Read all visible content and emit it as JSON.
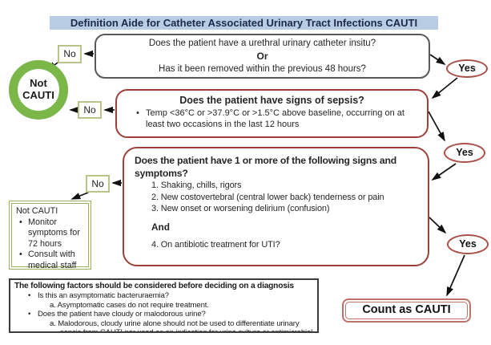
{
  "title": "Definition Aide for Catheter Associated Urinary Tract Infections CAUTI",
  "labels": {
    "yes": "Yes",
    "no": "No"
  },
  "q1": {
    "line1": "Does the patient have a urethral urinary catheter insitu?",
    "or": "Or",
    "line2": "Has it been removed within the previous 48 hours?"
  },
  "q2": {
    "heading": "Does the patient have signs of sepsis?",
    "bullet": "Temp <36°C or >37.9°C or >1.5°C above baseline, occurring on at least two occasions in the last 12 hours"
  },
  "q3": {
    "heading": "Does the patient have 1 or more of the following signs and symptoms?",
    "item1": "1. Shaking, chills, rigors",
    "item2": "2. New costovertebral (central lower back) tenderness or pain",
    "item3": "3. New onset or worsening delirium (confusion)",
    "and": "And",
    "item4": "4. On antibiotic treatment for UTI?"
  },
  "not_cauti_circle": {
    "line1": "Not",
    "line2": "CAUTI"
  },
  "not_cauti_box": {
    "title": "Not CAUTI",
    "item1": "Monitor symptoms for 72 hours",
    "item2": "Consult with medical staff"
  },
  "outcome": {
    "count_as_cauti": "Count as CAUTI"
  },
  "factors": {
    "heading": "The following factors should be considered before deciding on a diagnosis",
    "b1": "Is this an asymptomatic bacteruraemia?",
    "a1": "a.  Asymptomatic cases do not require treatment.",
    "b2": "Does the patient have cloudy or malodorous urine?",
    "a2": "a.  Malodorous, cloudy urine alone should not be used to differentiate urinary sepsis from CAUTI nor used as an indication for urine culture or antimicrobial therapy."
  },
  "colors": {
    "title_bg": "#b8cce4",
    "flow_box_border": "#9c4139",
    "yes_border": "#a85049",
    "count_border": "#c1706b",
    "no_border": "#b9c48b",
    "not_cauti_green": "#7ab648",
    "arrow": "#111111"
  }
}
